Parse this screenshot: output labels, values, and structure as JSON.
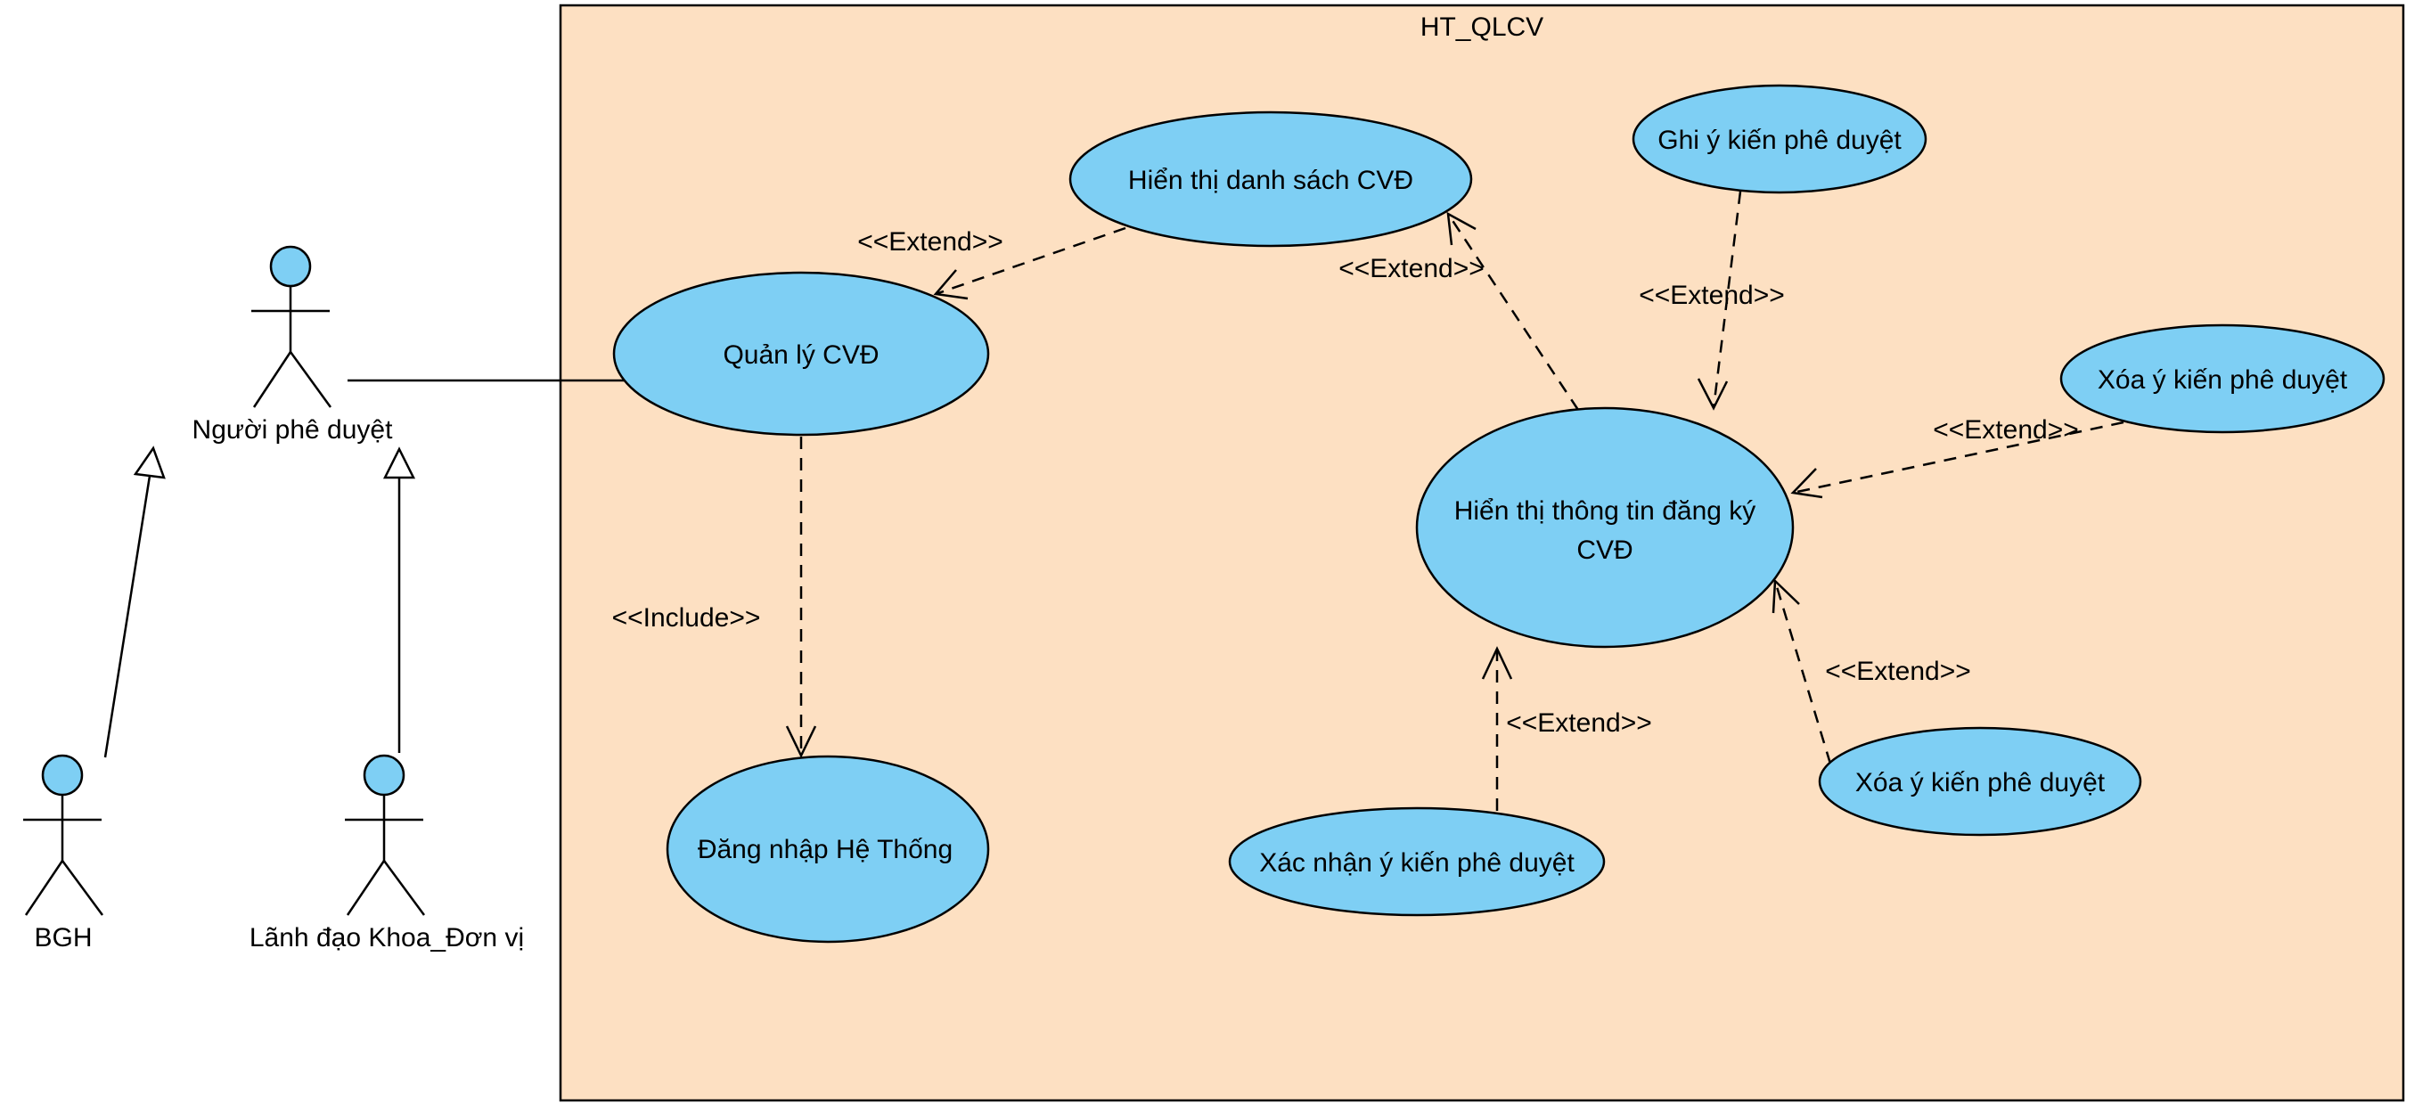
{
  "colors": {
    "system_fill": "#fde0c2",
    "usecase_fill": "#7ecff4",
    "actor_head_fill": "#7ecff4",
    "line": "#000000",
    "background": "#ffffff"
  },
  "system": {
    "title": "HT_QLCV"
  },
  "actors": {
    "approver": {
      "label": "Người phê duyệt"
    },
    "bgh": {
      "label": "BGH"
    },
    "leader": {
      "label": "Lãnh đạo Khoa_Đơn vị"
    }
  },
  "use_cases": {
    "manage": {
      "lines": [
        "Quản lý CVĐ"
      ]
    },
    "list": {
      "lines": [
        "Hiển thị danh sách CVĐ"
      ]
    },
    "login": {
      "lines": [
        "Đăng nhập Hệ Thống"
      ]
    },
    "info": {
      "lines": [
        "Hiển thị thông tin đăng ký",
        "CVĐ"
      ]
    },
    "write_opinion": {
      "lines": [
        "Ghi ý kiến phê duyệt"
      ]
    },
    "delete_opinion_1": {
      "lines": [
        "Xóa ý kiến phê duyệt"
      ]
    },
    "delete_opinion_2": {
      "lines": [
        "Xóa ý kiến phê duyệt"
      ]
    },
    "confirm_opinion": {
      "lines": [
        "Xác nhận ý kiến phê duyệt"
      ]
    }
  },
  "relations": {
    "list_to_manage": "<<Extend>>",
    "manage_to_login": "<<Include>>",
    "info_to_list": "<<Extend>>",
    "write_to_info": "<<Extend>>",
    "delete1_to_info": "<<Extend>>",
    "delete2_to_info": "<<Extend>>",
    "confirm_to_info": "<<Extend>>"
  }
}
